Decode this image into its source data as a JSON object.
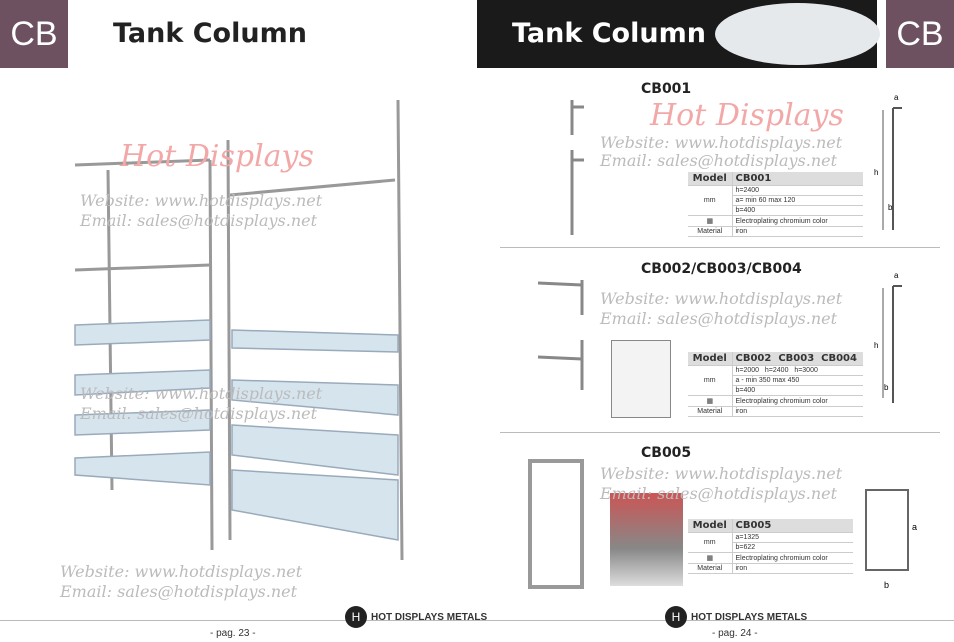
{
  "left": {
    "badge": "CB",
    "title": "Tank Column",
    "page": "- pag. 23 -"
  },
  "right": {
    "badge": "CB",
    "title": "Tank Column",
    "page": "- pag. 24 -"
  },
  "brand": "HOT DISPLAYS METALS",
  "watermark": {
    "logo": "Hot Displays",
    "website": "Website: www.hotdisplays.net",
    "email": "Email: sales@hotdisplays.net"
  },
  "products": [
    {
      "code": "CB001",
      "model_label": "Model",
      "models": [
        "CB001"
      ],
      "dims": [
        "h=2400",
        "a= min 60 max 120",
        "b=400"
      ],
      "finish": "Electroplating chromium color",
      "material_label": "Material",
      "material": "iron",
      "unit": "mm"
    },
    {
      "code": "CB002/CB003/CB004",
      "model_label": "Model",
      "models": [
        "CB002",
        "CB003",
        "CB004"
      ],
      "heights": [
        "h=2000",
        "h=2400",
        "h=3000"
      ],
      "dims": [
        "a - min 350 max 450",
        "b=400"
      ],
      "finish": "Electroplating chromium color",
      "material_label": "Material",
      "material": "iron",
      "unit": "mm"
    },
    {
      "code": "CB005",
      "model_label": "Model",
      "models": [
        "CB005"
      ],
      "dims": [
        "a=1325",
        "b=622"
      ],
      "finish": "Electroplating chromium color",
      "material_label": "Material",
      "material": "iron",
      "unit": "mm"
    }
  ],
  "diagram_labels": {
    "a": "a",
    "b": "b",
    "h": "h"
  }
}
